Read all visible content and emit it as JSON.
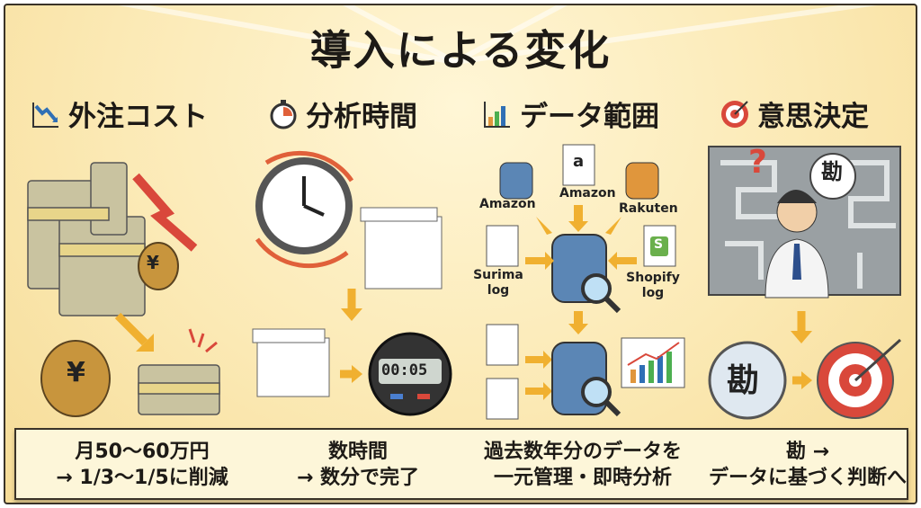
{
  "title": "導入による変化",
  "columns": [
    {
      "heading": "外注コスト",
      "icon": "chart-down-icon",
      "yen": "¥",
      "result": [
        "月50〜60万円",
        "→ 1/3〜1/5に削減"
      ]
    },
    {
      "heading": "分析時間",
      "icon": "stopwatch-icon",
      "timer": "00:05",
      "result": [
        "数時間",
        "→ 数分で完了"
      ]
    },
    {
      "heading": "データ範囲",
      "icon": "bar-chart-icon",
      "sources": [
        "Amazon",
        "Amazon",
        "Rakuten",
        "Surima log",
        "Shopify log"
      ],
      "amazon_logo": "a",
      "shopify_logo": "S",
      "result": [
        "過去数年分のデータを",
        "一元管理・即時分析"
      ]
    },
    {
      "heading": "意思決定",
      "icon": "target-icon",
      "question": "?",
      "intuition": "勘",
      "result": [
        "勘 →",
        "データに基づく判断へ"
      ]
    }
  ],
  "colors": {
    "arrow": "#f0b030",
    "red_arrow": "#d9483b",
    "db_blue": "#5b86b5",
    "db_orange": "#e0963c",
    "text": "#1d1a16"
  }
}
